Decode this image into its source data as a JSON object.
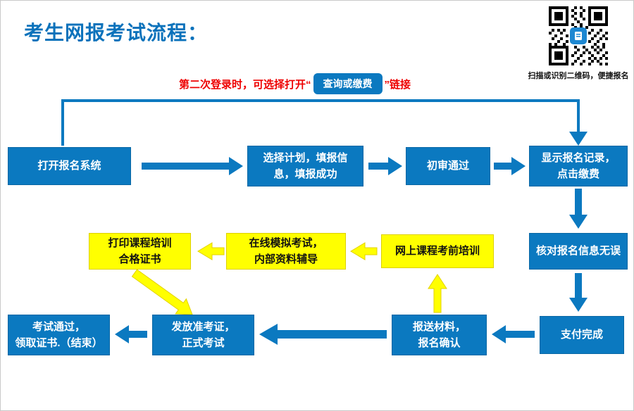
{
  "page": {
    "title": "考生网报考试流程：",
    "qr_caption": "扫描或识别二维码，便捷报名"
  },
  "note": {
    "prefix": "第二次登录时，可选择打开“",
    "button_label": "查询或缴费",
    "suffix": "”链接"
  },
  "flow": {
    "steps": {
      "open_system": "打开报名系统",
      "select_plan": "选择计划，填报信\n息，填报成功",
      "initial_review": "初审通过",
      "show_record": "显示报名记录，\n点击缴费",
      "verify_info": "核对报名信息无误",
      "pay_done": "支付完成",
      "submit_materials": "报送材料，\n报名确认",
      "online_training": "网上课程考前培训",
      "mock_exam": "在线模拟考试，\n内部资料辅导",
      "print_cert": "打印课程培训\n合格证书",
      "admission_ticket": "发放准考证，\n正式考试",
      "pass_exam": "考试通过，\n领取证书.（结束）"
    }
  },
  "colors": {
    "primary_blue": "#0b79c0",
    "highlight_yellow": "#ffff00",
    "note_red": "#ee0000"
  }
}
